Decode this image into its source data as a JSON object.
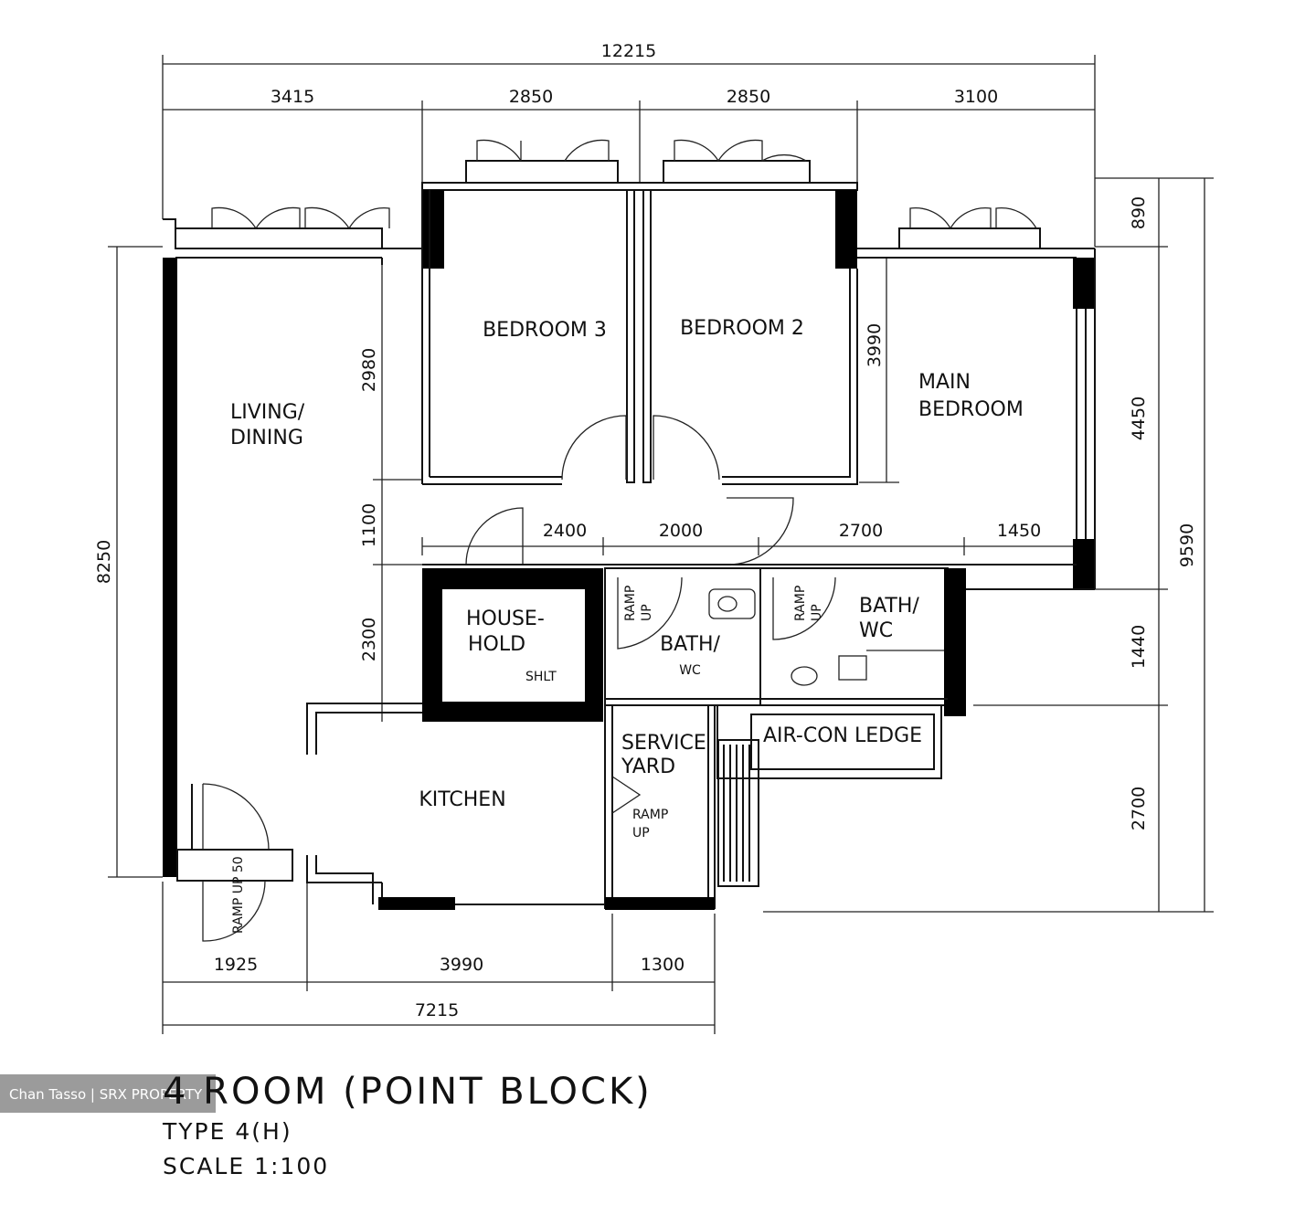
{
  "watermark": "Chan Tasso | SRX PROPERTY",
  "title": {
    "main": "4 ROOM (POINT BLOCK)",
    "type": "TYPE 4(H)",
    "scale": "SCALE 1:100"
  },
  "dimensions": {
    "top_total": "12215",
    "top_segments": [
      "3415",
      "2850",
      "2850",
      "3100"
    ],
    "left_total": "8250",
    "left_segments": [
      "2980",
      "1100",
      "2300"
    ],
    "mid_row": [
      "2400",
      "2000",
      "2700",
      "1450"
    ],
    "main_bedroom_height": "3990",
    "right_segments": [
      "890",
      "4450",
      "1440",
      "2700"
    ],
    "right_total": "9590",
    "bottom_segments": [
      "1925",
      "3990",
      "1300"
    ],
    "bottom_total": "7215"
  },
  "rooms": {
    "bedroom3": "BEDROOM 3",
    "bedroom2": "BEDROOM 2",
    "main_bedroom_1": "MAIN",
    "main_bedroom_2": "BEDROOM",
    "living_1": "LIVING/",
    "living_2": "DINING",
    "household_1": "HOUSE-",
    "household_2": "HOLD",
    "household_3": "SHLT",
    "bath1": "BATH/",
    "bath1_2": "WC",
    "bath2": "BATH/",
    "bath2_2": "WC",
    "aircon": "AIR-CON LEDGE",
    "service_1": "SERVICE",
    "service_2": "YARD",
    "kitchen": "KITCHEN",
    "ramp_up_1": "RAMP",
    "ramp_up_2": "UP",
    "ramp_entry": "RAMP UP 50"
  }
}
